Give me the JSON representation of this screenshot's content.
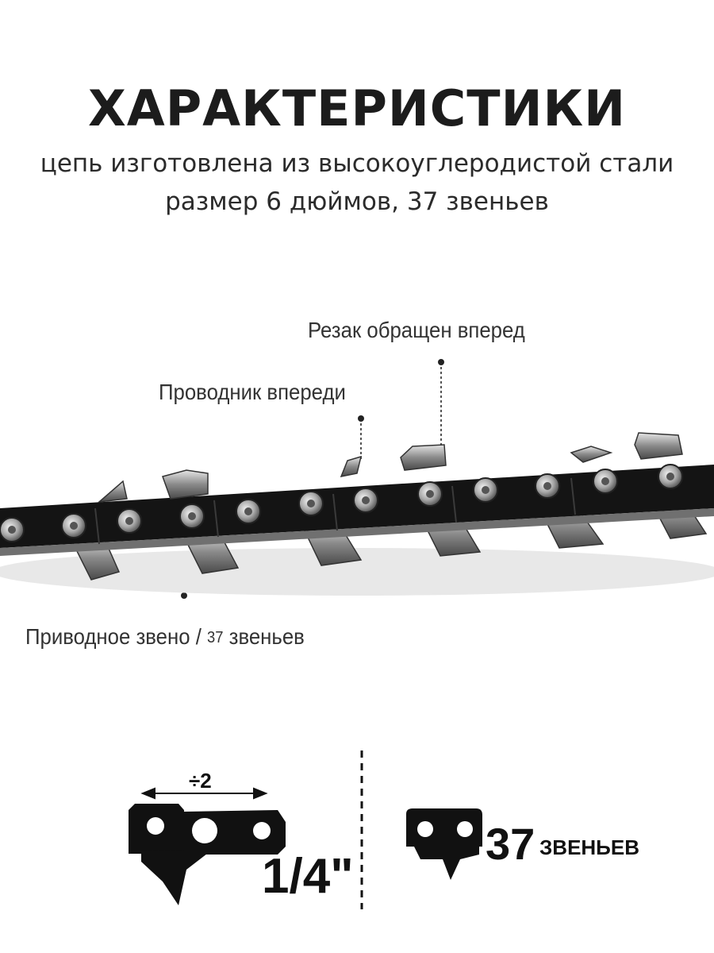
{
  "header": {
    "title": "ХАРАКТЕРИСТИКИ",
    "line1": "цепь изготовлена из высокоуглеродистой стали",
    "line2": "размер 6 дюймов, 37 звеньев"
  },
  "callouts": {
    "cutter": "Резак обращен вперед",
    "guide": "Проводник впереди",
    "drive_link": "Приводное звено /",
    "drive_count": "37",
    "drive_word": "звеньев"
  },
  "specs": {
    "divider_label": "÷2",
    "pitch": "1/4\"",
    "links_count": "37",
    "links_word": "ЗВЕНЬЕВ"
  },
  "colors": {
    "chain_dark": "#151515",
    "chain_steel": "#9a9a9a",
    "rivet": "#c9c9c9"
  }
}
